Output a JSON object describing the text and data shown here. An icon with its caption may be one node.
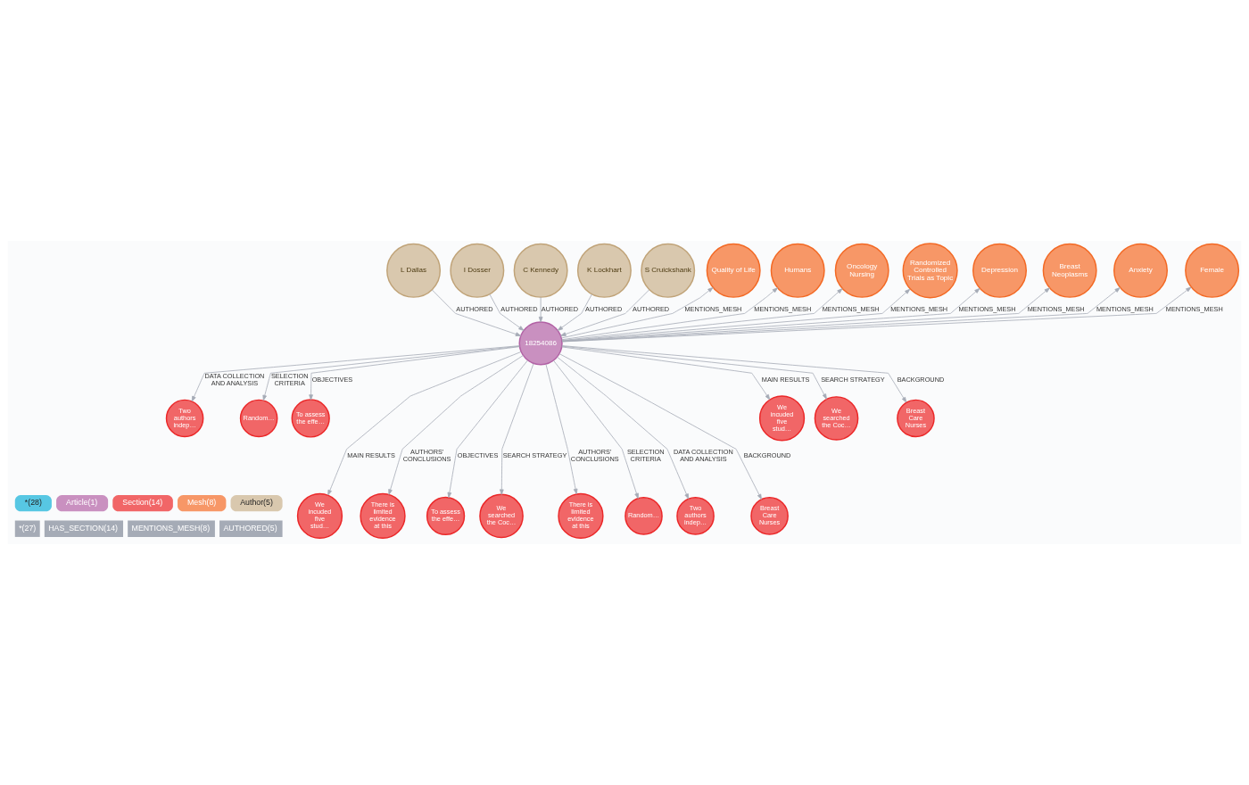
{
  "diagram": {
    "nodes": [
      {
        "text": [
          "L Dallas"
        ]
      },
      {
        "text": [
          "I Dosser"
        ]
      },
      {
        "text": [
          "C Kennedy"
        ]
      },
      {
        "text": [
          "K Lockhart"
        ]
      },
      {
        "text": [
          "S Cruickshank"
        ]
      },
      {
        "text": [
          "Quality of Life"
        ]
      },
      {
        "text": [
          "Humans"
        ]
      },
      {
        "text": [
          "Oncology Nursing"
        ]
      },
      {
        "text": [
          "Randomized Controlled Trials as Topic"
        ]
      },
      {
        "text": [
          "Depression"
        ]
      },
      {
        "text": [
          "Breast Neoplasms"
        ]
      },
      {
        "text": [
          "Anxiety"
        ]
      },
      {
        "text": [
          "Female"
        ]
      },
      {
        "text": [
          "18254086"
        ]
      },
      {
        "text": [
          "Two authors indep…"
        ]
      },
      {
        "text": [
          "Random…"
        ]
      },
      {
        "text": [
          "To assess the effe…"
        ]
      },
      {
        "text": [
          "We incuded five stud…"
        ]
      },
      {
        "text": [
          "There is limited evidence at this"
        ]
      },
      {
        "text": [
          "To assess the effe…"
        ]
      },
      {
        "text": [
          "We searched the Coc…"
        ]
      },
      {
        "text": [
          "There is limited evidence at this"
        ]
      },
      {
        "text": [
          "Random…"
        ]
      },
      {
        "text": [
          "Two authors indep…"
        ]
      },
      {
        "text": [
          "Breast Care Nurses"
        ]
      },
      {
        "text": [
          "We incuded five stud…"
        ]
      },
      {
        "text": [
          "We searched the Coc…"
        ]
      },
      {
        "text": [
          "Breast Care Nurses"
        ]
      }
    ],
    "edges": [
      {
        "from": 0,
        "to": 13,
        "arrow": "to",
        "label": "AUTHORED"
      },
      {
        "from": 1,
        "to": 13,
        "arrow": "to",
        "label": "AUTHORED"
      },
      {
        "from": 2,
        "to": 13,
        "arrow": "to",
        "label": "AUTHORED"
      },
      {
        "from": 3,
        "to": 13,
        "arrow": "to",
        "label": "AUTHORED"
      },
      {
        "from": 4,
        "to": 13,
        "arrow": "to",
        "label": "AUTHORED"
      },
      {
        "from": 13,
        "to": 5,
        "arrow": "to",
        "label": "MENTIONS_MESH"
      },
      {
        "from": 13,
        "to": 6,
        "arrow": "to",
        "label": "MENTIONS_MESH"
      },
      {
        "from": 13,
        "to": 7,
        "arrow": "to",
        "label": "MENTIONS_MESH"
      },
      {
        "from": 13,
        "to": 8,
        "arrow": "to",
        "label": "MENTIONS_MESH"
      },
      {
        "from": 13,
        "to": 9,
        "arrow": "to",
        "label": "MENTIONS_MESH"
      },
      {
        "from": 13,
        "to": 10,
        "arrow": "to",
        "label": "MENTIONS_MESH"
      },
      {
        "from": 13,
        "to": 11,
        "arrow": "to",
        "label": "MENTIONS_MESH"
      },
      {
        "from": 13,
        "to": 12,
        "arrow": "to",
        "label": "MENTIONS_MESH"
      },
      {
        "from": 13,
        "to": 14,
        "arrow": "to",
        "label": "DATA COLLECTION AND ANALYSIS"
      },
      {
        "from": 13,
        "to": 15,
        "arrow": "to",
        "label": "SELECTION CRITERIA"
      },
      {
        "from": 13,
        "to": 16,
        "arrow": "to",
        "label": "OBJECTIVES"
      },
      {
        "from": 13,
        "to": 17,
        "arrow": "to",
        "label": "MAIN RESULTS"
      },
      {
        "from": 13,
        "to": 18,
        "arrow": "to",
        "label": "AUTHORS' CONCLUSIONS"
      },
      {
        "from": 13,
        "to": 19,
        "arrow": "to",
        "label": "OBJECTIVES"
      },
      {
        "from": 13,
        "to": 20,
        "arrow": "to",
        "label": "SEARCH STRATEGY"
      },
      {
        "from": 13,
        "to": 21,
        "arrow": "to",
        "label": "AUTHORS' CONCLUSIONS"
      },
      {
        "from": 13,
        "to": 22,
        "arrow": "to",
        "label": "SELECTION CRITERIA"
      },
      {
        "from": 13,
        "to": 23,
        "arrow": "to",
        "label": "DATA COLLECTION AND ANALYSIS"
      },
      {
        "from": 13,
        "to": 24,
        "arrow": "to",
        "label": "BACKGROUND"
      },
      {
        "from": 13,
        "to": 25,
        "arrow": "to",
        "label": "MAIN RESULTS"
      },
      {
        "from": 13,
        "to": 26,
        "arrow": "to",
        "label": "SEARCH STRATEGY"
      },
      {
        "from": 13,
        "to": 27,
        "arrow": "to",
        "label": "BACKGROUND"
      }
    ],
    "legend": [
      {
        "text": "*(28)",
        "color": "#57c7e3"
      },
      {
        "text": "Article(1)",
        "color": "#c990c0"
      },
      {
        "text": "Section(14)",
        "color": "#f16667"
      },
      {
        "text": "Mesh(8)",
        "color": "#f79767"
      },
      {
        "text": "Author(5)",
        "color": "#d9c8ae"
      },
      {
        "text": "*(27)",
        "color": "#a5abb6"
      },
      {
        "text": "HAS_SECTION(14)",
        "color": "#a5abb6"
      },
      {
        "text": "MENTIONS_MESH(8)",
        "color": "#a5abb6"
      },
      {
        "text": "AUTHORED(5)",
        "color": "#a5abb6"
      }
    ]
  }
}
